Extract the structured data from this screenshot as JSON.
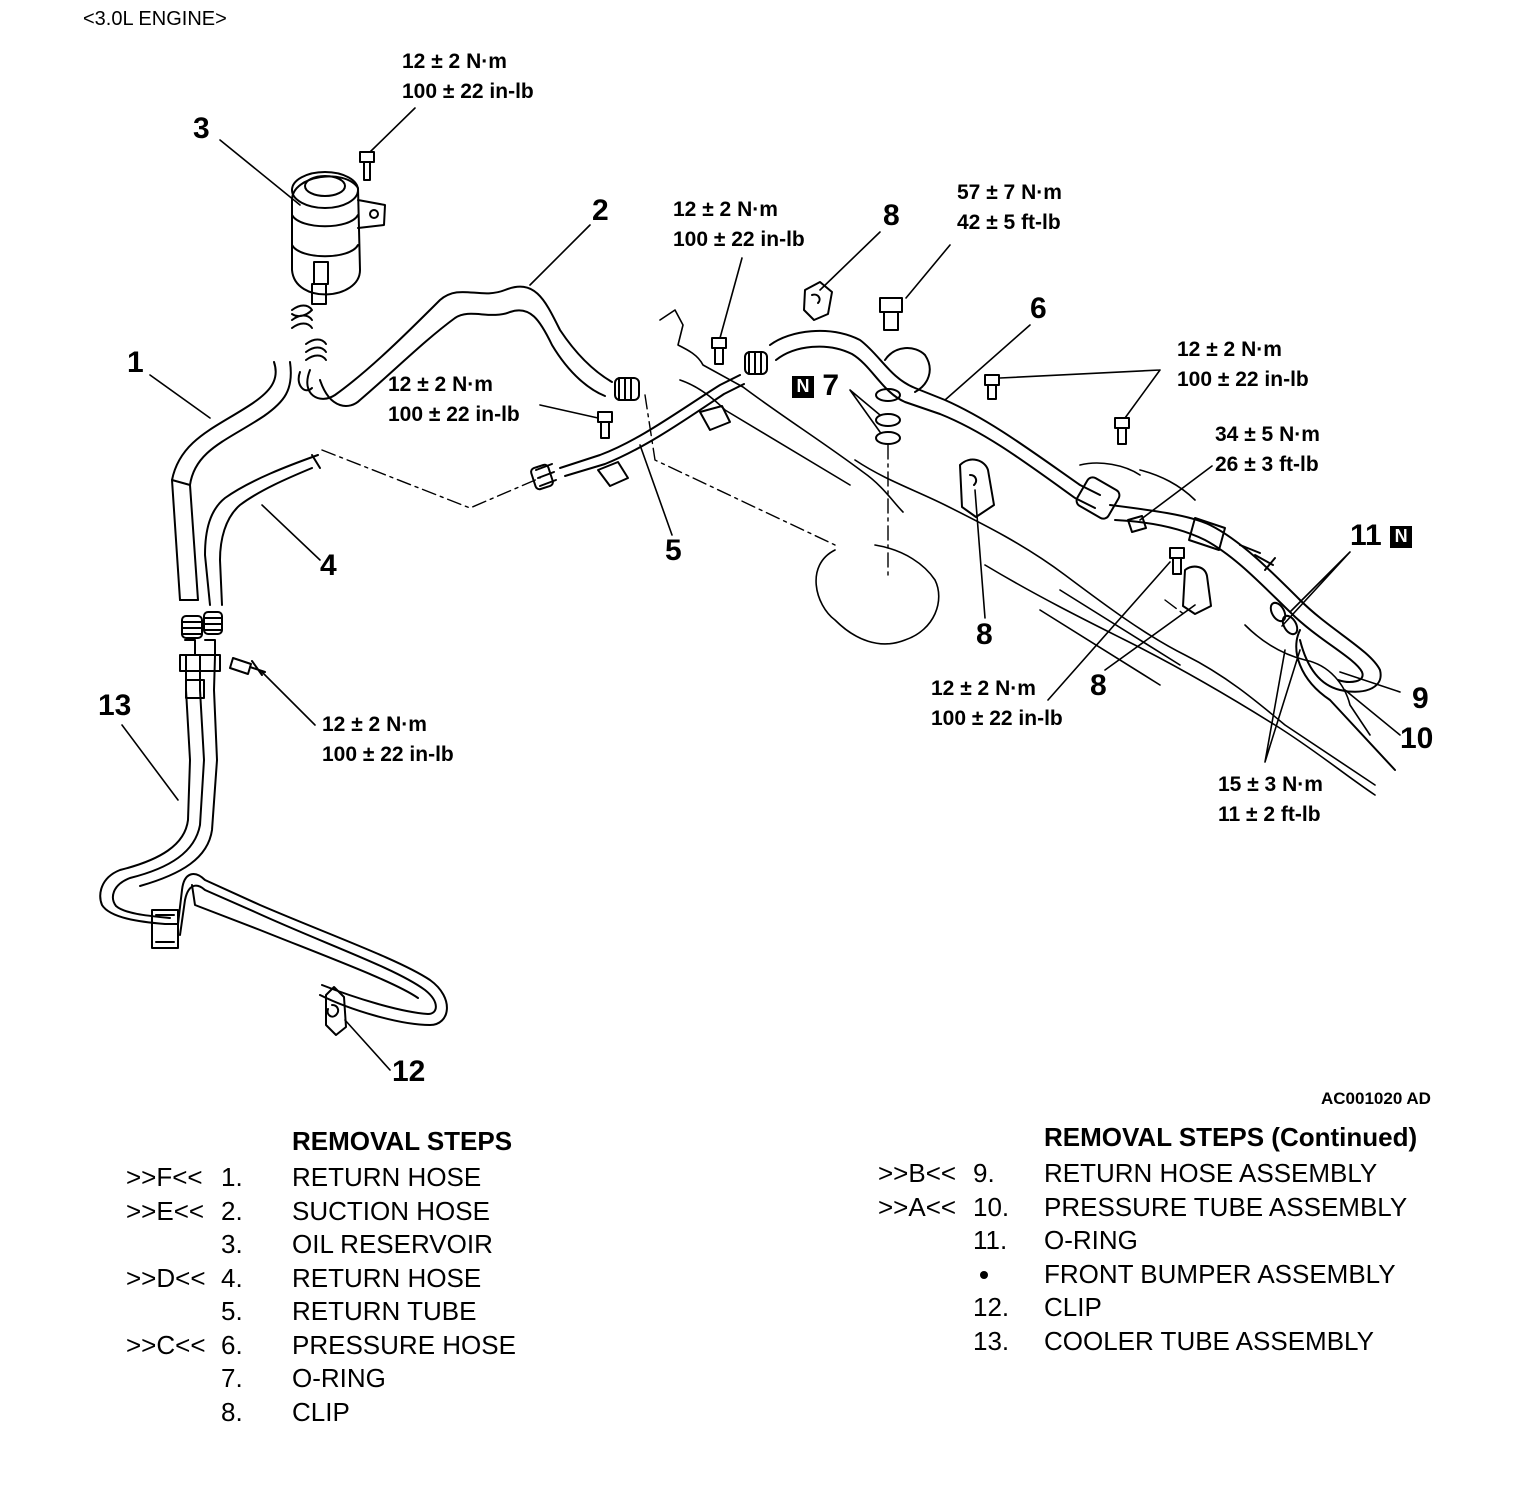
{
  "engine_label": "<3.0L ENGINE>",
  "figure_id": "AC001020 AD",
  "torques": {
    "reservoir_bolt": [
      "12 ± 2 N·m",
      "100 ± 22 in-lb"
    ],
    "tube_bolt_top": [
      "12 ± 2 N·m",
      "100 ± 22 in-lb"
    ],
    "tube_bolt_mid": [
      "12 ± 2 N·m",
      "100 ± 22 in-lb"
    ],
    "pressure_union": [
      "57 ± 7 N·m",
      "42 ± 5 ft-lb"
    ],
    "clip_bolts_right": [
      "12 ± 2 N·m",
      "100 ± 22 in-lb"
    ],
    "flare_nut": [
      "34 ± 5 N·m",
      "26 ± 3 ft-lb"
    ],
    "clip_bolt_lower": [
      "12 ± 2 N·m",
      "100 ± 22 in-lb"
    ],
    "cooler_bolt": [
      "12 ± 2 N·m",
      "100 ± 22 in-lb"
    ],
    "gear_fittings": [
      "15 ± 3 N·m",
      "11 ± 2 ft-lb"
    ]
  },
  "callouts": {
    "c1": "1",
    "c2": "2",
    "c3": "3",
    "c4": "4",
    "c5": "5",
    "c6": "6",
    "c7": "7",
    "c8a": "8",
    "c8b": "8",
    "c8c": "8",
    "c9": "9",
    "c10": "10",
    "c11": "11",
    "c12": "12",
    "c13": "13",
    "n_mark": "N"
  },
  "steps_left": {
    "title": "REMOVAL STEPS",
    "items": [
      {
        "code": ">>F<<",
        "num": "1.",
        "label": "RETURN HOSE"
      },
      {
        "code": ">>E<<",
        "num": "2.",
        "label": "SUCTION HOSE"
      },
      {
        "code": "",
        "num": "3.",
        "label": "OIL RESERVOIR"
      },
      {
        "code": ">>D<<",
        "num": "4.",
        "label": "RETURN HOSE"
      },
      {
        "code": "",
        "num": "5.",
        "label": "RETURN TUBE"
      },
      {
        "code": ">>C<<",
        "num": "6.",
        "label": "PRESSURE HOSE"
      },
      {
        "code": "",
        "num": "7.",
        "label": "O-RING"
      },
      {
        "code": "",
        "num": "8.",
        "label": "CLIP"
      }
    ]
  },
  "steps_right": {
    "title": "REMOVAL STEPS (Continued)",
    "items": [
      {
        "code": ">>B<<",
        "num": "9.",
        "label": "RETURN HOSE ASSEMBLY"
      },
      {
        "code": ">>A<<",
        "num": "10.",
        "label": "PRESSURE TUBE ASSEMBLY"
      },
      {
        "code": "",
        "num": "11.",
        "label": "O-RING"
      },
      {
        "code": "",
        "num": "",
        "label": "FRONT BUMPER ASSEMBLY"
      },
      {
        "code": "",
        "num": "12.",
        "label": "CLIP"
      },
      {
        "code": "",
        "num": "13.",
        "label": "COOLER TUBE ASSEMBLY"
      }
    ]
  }
}
